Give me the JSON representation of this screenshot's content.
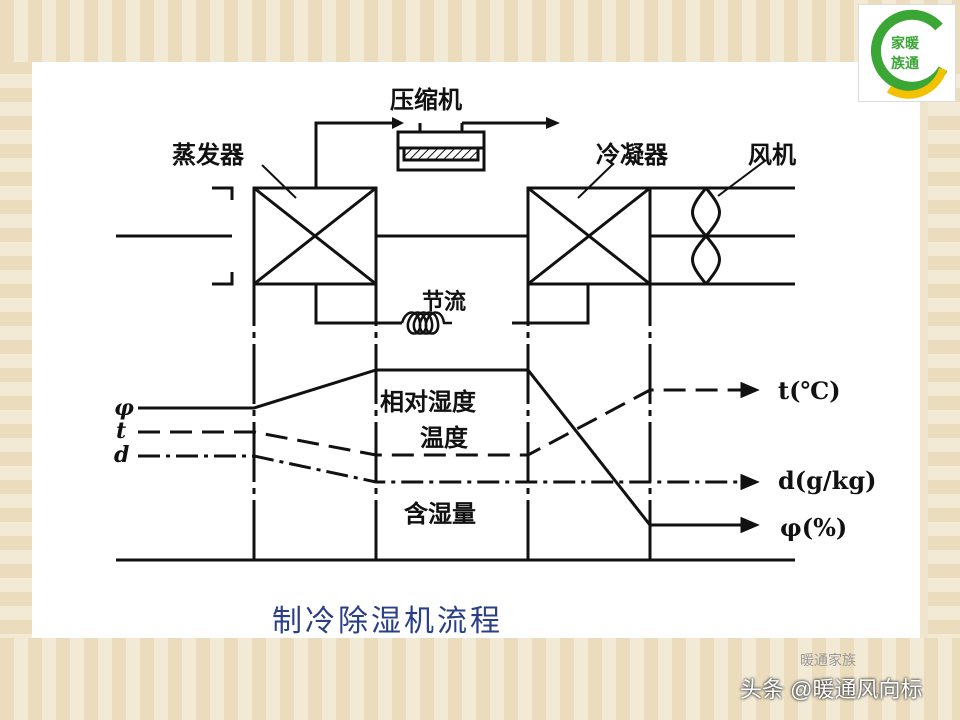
{
  "diagram": {
    "title": "制冷除湿机流程",
    "labels": {
      "compressor": "压缩机",
      "evaporator": "蒸发器",
      "condenser": "冷凝器",
      "fan": "风机",
      "throttle": "节流",
      "relative_humidity": "相对湿度",
      "temperature": "温度",
      "moisture_content": "含湿量"
    },
    "left_symbols": {
      "phi": "φ",
      "t": "t",
      "d": "d"
    },
    "right_outputs": {
      "t": "t(℃)",
      "d": "d(g/kg)",
      "phi": "φ(%)"
    }
  },
  "logo": {
    "text_line1": "家暖",
    "text_line2": "族通",
    "colors": [
      "#3aa635",
      "#f2c200"
    ]
  },
  "footer": {
    "text": "头条 @暖通风向标",
    "faint_text": "暖通家族"
  }
}
